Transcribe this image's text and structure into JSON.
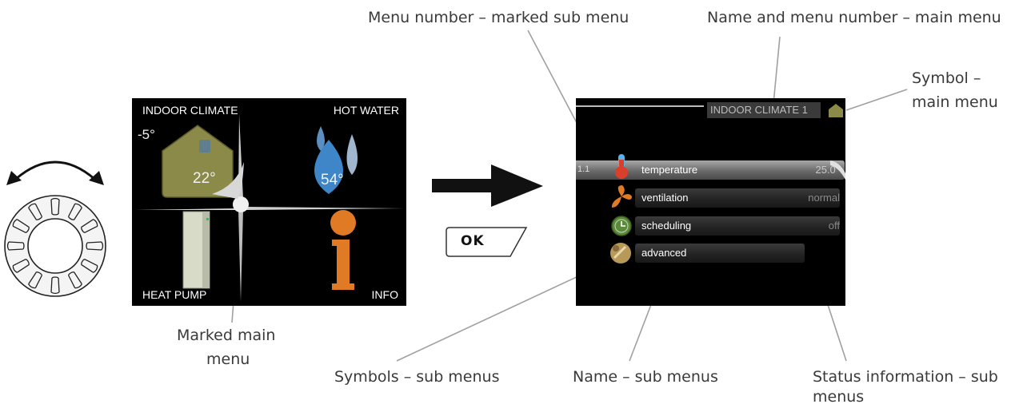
{
  "callouts": {
    "menu_number_marked_sub": "Menu number – marked sub menu",
    "name_number_main": "Name and menu number – main menu",
    "symbol_main_line1": "Symbol –",
    "symbol_main_line2": "main menu",
    "marked_main_line1": "Marked main",
    "marked_main_line2": "menu",
    "symbols_sub": "Symbols – sub menus",
    "name_sub": "Name – sub menus",
    "status_sub": "Status information – sub menus"
  },
  "left_screen": {
    "top_left_label": "INDOOR CLIMATE",
    "top_right_label": "HOT WATER",
    "bottom_left_label": "HEAT PUMP",
    "bottom_right_label": "INFO",
    "outdoor_temp": "-5°",
    "indoor_temp": "22°",
    "water_temp": "54°"
  },
  "ok_button": {
    "label": "OK"
  },
  "right_screen": {
    "header": "INDOOR CLIMATE 1",
    "menu_number": "1.1",
    "items": [
      {
        "name": "temperature",
        "status": "25.0°",
        "icon": "thermometer-icon"
      },
      {
        "name": "ventilation",
        "status": "normal",
        "icon": "fan-icon"
      },
      {
        "name": "scheduling",
        "status": "off",
        "icon": "clock-icon"
      },
      {
        "name": "advanced",
        "status": "",
        "icon": "tools-icon"
      }
    ]
  },
  "colors": {
    "house": "#8c8a48",
    "drop": "#4f8fc4",
    "info": "#e07a24",
    "header_box": "#3a3a3a"
  }
}
